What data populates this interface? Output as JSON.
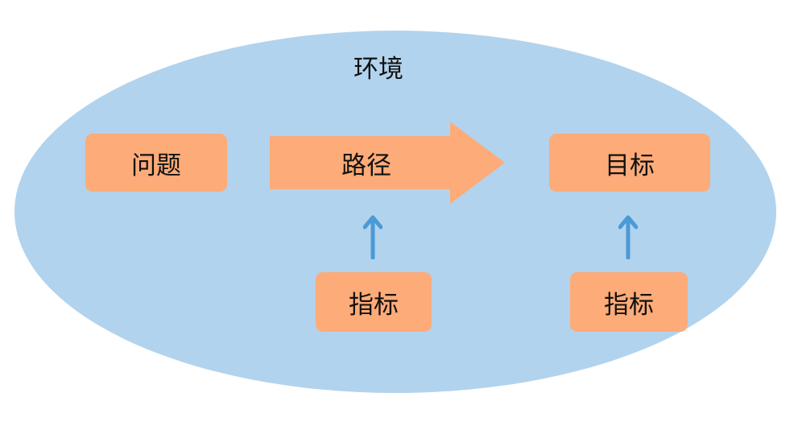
{
  "diagram": {
    "environment": {
      "label": "环境"
    },
    "nodes": {
      "problem": "问题",
      "path": "路径",
      "target": "目标",
      "indicator_path": "指标",
      "indicator_target": "指标"
    }
  },
  "colors": {
    "environment_fill": "#b2d3ed",
    "node_fill": "#fdab78",
    "arrow_blue": "#4a9ad6",
    "text": "#111111"
  }
}
